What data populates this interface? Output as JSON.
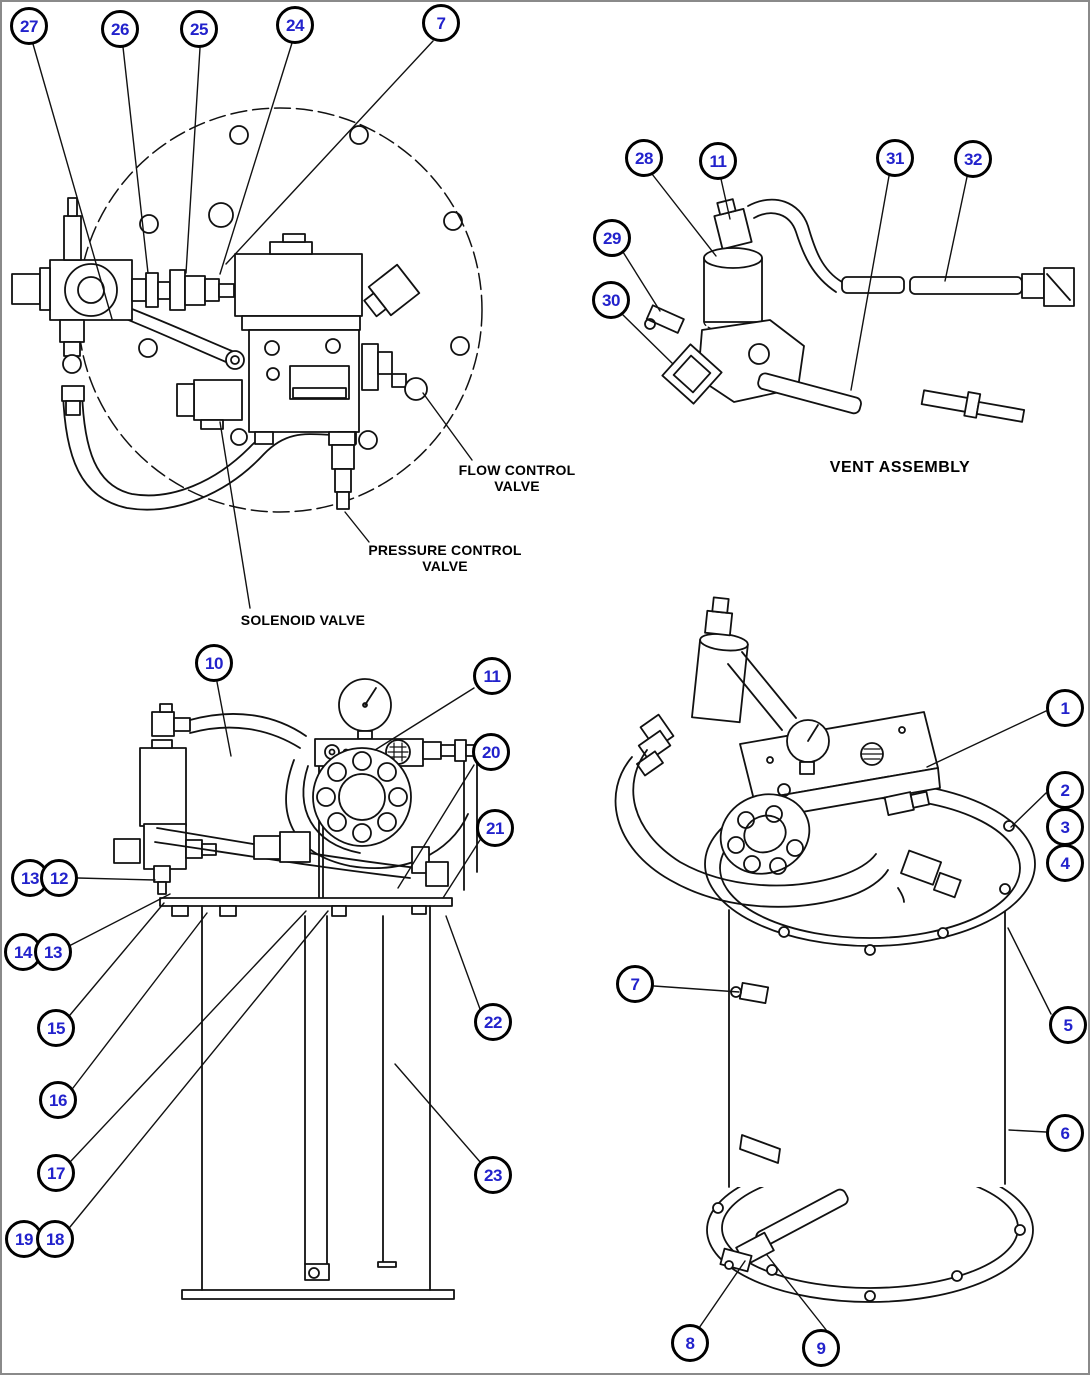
{
  "figure": {
    "labels": {
      "flow_control": "FLOW CONTROL\nVALVE",
      "pressure_control": "PRESSURE CONTROL\nVALVE",
      "solenoid": "SOLENOID VALVE",
      "vent_assembly": "VENT ASSEMBLY"
    },
    "callouts": {
      "n27": "27",
      "n26": "26",
      "n25": "25",
      "n24": "24",
      "n7a": "7",
      "n28": "28",
      "n11a": "11",
      "n31": "31",
      "n32": "32",
      "n29": "29",
      "n30": "30",
      "n10": "10",
      "n11b": "11",
      "n20": "20",
      "n21": "21",
      "n13a": "13",
      "n12": "12",
      "n14": "14",
      "n13b": "13",
      "n15": "15",
      "n16": "16",
      "n17": "17",
      "n19": "19",
      "n18": "18",
      "n22": "22",
      "n23": "23",
      "n1": "1",
      "n2": "2",
      "n3": "3",
      "n4": "4",
      "n7b": "7",
      "n5": "5",
      "n6": "6",
      "n8": "8",
      "n9": "9"
    },
    "colors": {
      "callout_number": "#2222cc",
      "line_art": "#111111",
      "background": "#ffffff",
      "frame": "#8a8a8a"
    }
  }
}
